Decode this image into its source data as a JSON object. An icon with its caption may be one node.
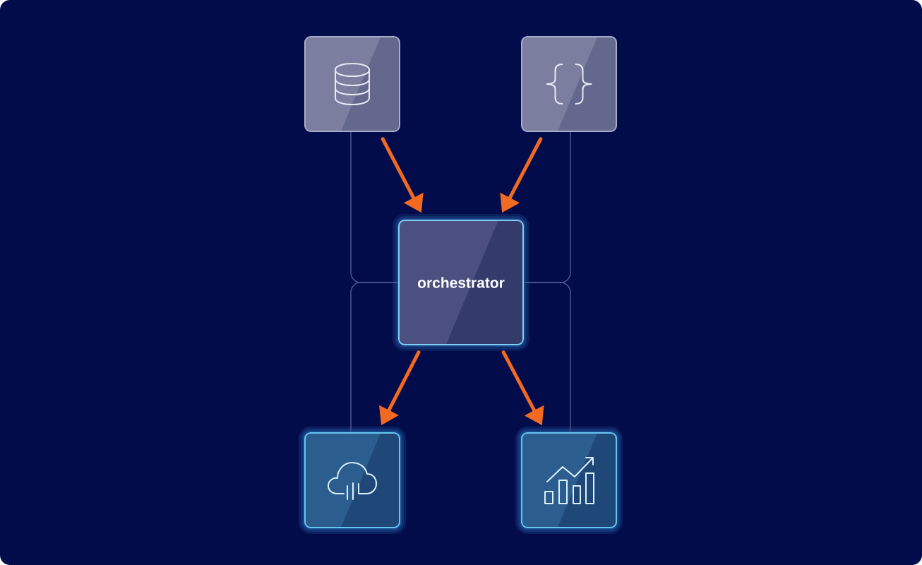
{
  "diagram": {
    "nodes": [
      {
        "text": [],
        "shape": "box"
      },
      {
        "text": [],
        "shape": "box"
      },
      {
        "text": [
          "orchestrator"
        ]
      },
      {
        "text": [],
        "shape": "box"
      },
      {
        "text": [],
        "shape": "box"
      }
    ],
    "edges": [
      {
        "from": 0,
        "to": 2,
        "arrow": "to",
        "style": "thick",
        "color": "#f26a21"
      },
      {
        "from": 1,
        "to": 2,
        "arrow": "to",
        "style": "thick",
        "color": "#f26a21"
      },
      {
        "from": 2,
        "to": 3,
        "arrow": "to",
        "style": "thick",
        "color": "#f26a21"
      },
      {
        "from": 2,
        "to": 4,
        "arrow": "to",
        "style": "thick",
        "color": "#f26a21"
      },
      {
        "from": 0,
        "to": 2,
        "arrow": "none",
        "color": "#4a5590"
      },
      {
        "from": 2,
        "to": 3,
        "arrow": "none",
        "color": "#4a5590"
      },
      {
        "from": 1,
        "to": 2,
        "arrow": "none",
        "color": "#4a5590"
      },
      {
        "from": 2,
        "to": 4,
        "arrow": "none",
        "color": "#4a5590"
      }
    ]
  }
}
